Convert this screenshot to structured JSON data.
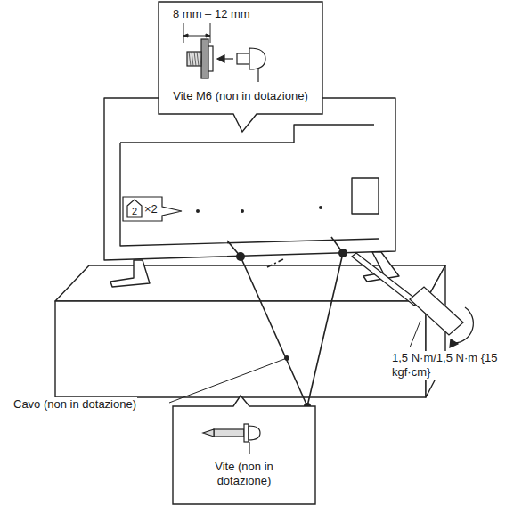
{
  "diagram": {
    "nodes": [
      {
        "text": [
          "8 mm – 12 mm",
          "Vite M6 (non in dotazione)"
        ]
      },
      {
        "text": [
          "2",
          "×2"
        ]
      },
      {
        "text": [
          "Vite (non in dotazione)"
        ]
      }
    ],
    "labels": [
      "1,5 N·m/1,5 N·m {15 kgf·cm}",
      "Cavo (non in dotazione)"
    ]
  }
}
